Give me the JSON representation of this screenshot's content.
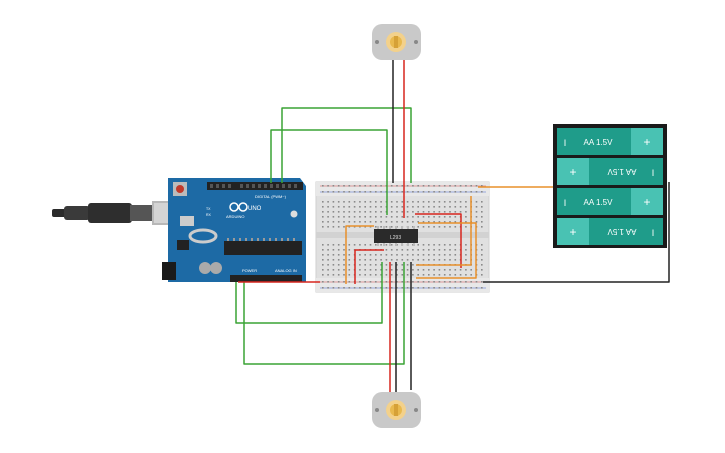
{
  "arduino": {
    "brand_text": "ARDUINO",
    "model_text": "UNO",
    "digital_label": "DIGITAL (PWM~)",
    "power_label": "POWER",
    "analog_label": "ANALOG IN",
    "tx_label": "TX",
    "rx_label": "RX"
  },
  "chip": {
    "label": "L293"
  },
  "battery": {
    "cells": [
      {
        "label": "AA 1.5V",
        "flipped": false
      },
      {
        "label": "AA 1.5V",
        "flipped": true
      },
      {
        "label": "AA 1.5V",
        "flipped": false
      },
      {
        "label": "AA 1.5V",
        "flipped": true
      }
    ],
    "plus": "+",
    "minus": "I"
  },
  "colors": {
    "wire_green": "#3aa335",
    "wire_red": "#d7261e",
    "wire_black": "#222222",
    "wire_orange": "#e8902a",
    "board_blue": "#1d6aa5",
    "battery_teal": "#1f9c8a",
    "battery_light": "#49c2b3"
  },
  "icons": [
    "usb-cable-icon",
    "dc-motor-icon",
    "battery-pack-icon",
    "breadboard-icon",
    "arduino-board-icon",
    "motor-driver-chip-icon"
  ]
}
